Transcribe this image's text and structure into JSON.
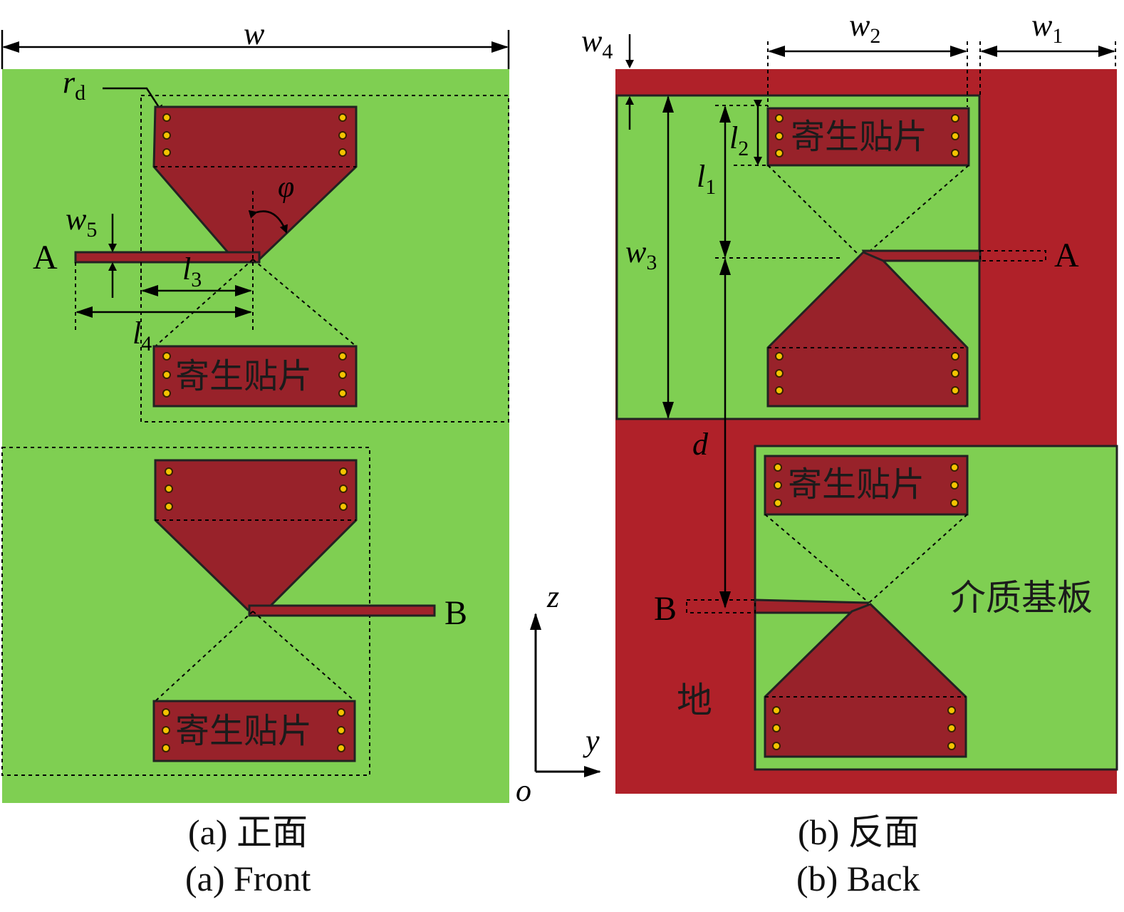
{
  "colors": {
    "substrate": "#7fcf52",
    "ground": "#b02129",
    "patch": "#a0232b",
    "via": "#f3c400"
  },
  "front": {
    "dims": {
      "w": "w",
      "rd_r": "r",
      "rd_sub": "d",
      "phi": "φ",
      "w5": "w",
      "w5_sub": "5",
      "l3": "l",
      "l3_sub": "3",
      "l4": "l",
      "l4_sub": "4"
    },
    "port_a": "A",
    "port_b": "B",
    "parasitic_label": "寄生贴片",
    "caption_cn": "(a) 正面",
    "caption_en": "(a) Front"
  },
  "back": {
    "dims": {
      "w1": "w",
      "w1_sub": "1",
      "w2": "w",
      "w2_sub": "2",
      "w3": "w",
      "w3_sub": "3",
      "w4": "w",
      "w4_sub": "4",
      "l1": "l",
      "l1_sub": "1",
      "l2": "l",
      "l2_sub": "2",
      "d": "d"
    },
    "port_a": "A",
    "port_b": "B",
    "parasitic_label": "寄生贴片",
    "substrate_label": "介质基板",
    "ground_label": "地",
    "caption_cn": "(b) 反面",
    "caption_en": "(b) Back"
  },
  "axes": {
    "z": "z",
    "y": "y",
    "o": "o"
  }
}
